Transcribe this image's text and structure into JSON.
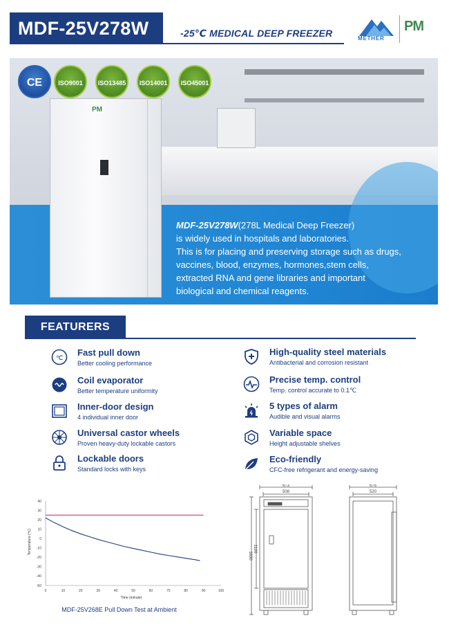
{
  "header": {
    "model": "MDF-25V278W",
    "subtitle": "-25℃ MEDICAL DEEP FREEZER",
    "brand_mether": "METHER",
    "brand_pm": "PM"
  },
  "hero": {
    "certifications": [
      "CE",
      "ISO9001",
      "ISO13485",
      "ISO14001",
      "ISO45001"
    ],
    "freezer_badge": "PM",
    "description_model": "MDF-25V278W",
    "description_lines": [
      "(278L Medical Deep Freezer)",
      "is widely used in hospitals and laboratories.",
      "This is  for placing and preserving storage such as drugs,",
      "vaccines, blood, enzymes, hormones,stem cells,",
      "extracted RNA and gene libraries and important",
      "biological and chemical reagents."
    ]
  },
  "features": {
    "title": "FEATURERS",
    "left": [
      {
        "title": "Fast pull down",
        "desc": "Better cooling performance",
        "icon": "thermometer-icon"
      },
      {
        "title": "Coil evaporator",
        "desc": "Better temperature uniformity",
        "icon": "coil-icon"
      },
      {
        "title": "Inner-door design",
        "desc": "4 individual inner door",
        "icon": "door-icon"
      },
      {
        "title": "Universal castor wheels",
        "desc": "Proven heavy-duty lockable castors",
        "icon": "wheel-icon"
      },
      {
        "title": "Lockable doors",
        "desc": "Standard locks with keys",
        "icon": "lock-icon"
      }
    ],
    "right": [
      {
        "title": "High-quality steel materials",
        "desc": "Antibacterial and corrosion resistant",
        "icon": "shield-plus-icon"
      },
      {
        "title": "Precise temp. control",
        "desc": "Temp. control  accurate to 0.1℃",
        "icon": "pulse-icon"
      },
      {
        "title": "5 types of alarm",
        "desc": "Audible and visual alarms",
        "icon": "alarm-icon"
      },
      {
        "title": "Variable space",
        "desc": "Height adjustable shelves",
        "icon": "cube-icon"
      },
      {
        "title": "Eco-friendly",
        "desc": "CFC-free refrigerant and energy-saving",
        "icon": "leaf-icon"
      }
    ]
  },
  "chart_data": {
    "type": "line",
    "title": "",
    "caption": "MDF-25V268E Pull Down Test at Ambient",
    "xlabel": "Time (minute)",
    "ylabel": "Temperature (℃)",
    "xlim": [
      0,
      100
    ],
    "ylim": [
      -50,
      40
    ],
    "xticks": [
      0,
      10,
      20,
      30,
      40,
      50,
      60,
      70,
      80,
      90,
      100
    ],
    "yticks": [
      40,
      30,
      20,
      10,
      0,
      -10,
      -20,
      -30,
      -40,
      -50
    ],
    "series": [
      {
        "x": [
          0,
          90
        ],
        "values": [
          25,
          25
        ],
        "color": "#d6336c"
      },
      {
        "x": [
          0,
          5,
          10,
          15,
          20,
          25,
          30,
          35,
          40,
          45,
          50,
          55,
          60,
          65,
          70,
          75,
          80,
          85,
          88
        ],
        "values": [
          22,
          17,
          12.5,
          8.5,
          5,
          2,
          -1,
          -3.5,
          -6,
          -8.5,
          -10.5,
          -12.5,
          -14.5,
          -16.5,
          -18,
          -19.5,
          -21,
          -22.5,
          -23.5
        ],
        "color": "#1c3d80"
      }
    ]
  },
  "drawings": {
    "front_width_outer": "673",
    "front_width_inner": "508",
    "side_width_outer": "676",
    "side_width_inner": "520",
    "height_inner": "1126",
    "height_outer": "1630"
  }
}
